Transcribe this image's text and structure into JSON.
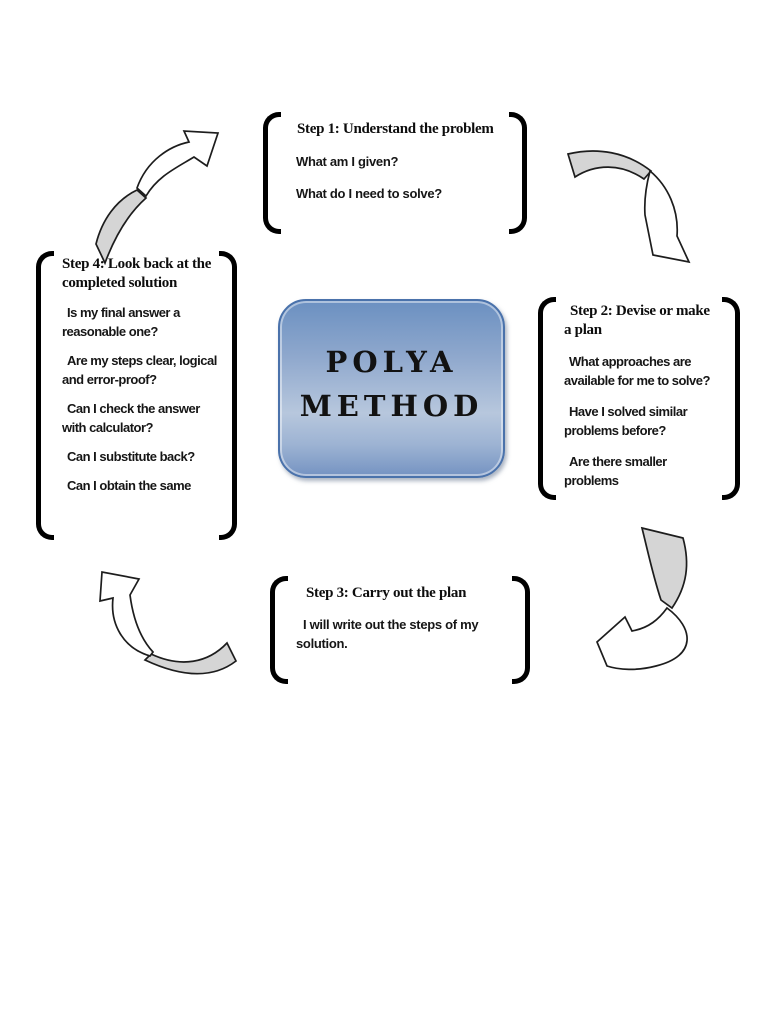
{
  "page": {
    "background": "#ffffff"
  },
  "center_box": {
    "line1": "POLYA",
    "line2": "METHOD",
    "fill_top": "#6b90c1",
    "fill_light": "#b7c7dd",
    "fill_bottom": "#7593c2",
    "border_color": "#4a72ab",
    "text_color": "#121212"
  },
  "steps": [
    {
      "id": "step1",
      "title": "Step 1: Understand the problem",
      "items": [
        "What am I given?",
        "What do I need to solve?"
      ]
    },
    {
      "id": "step2",
      "title": "Step 2: Devise or make a plan",
      "items": [
        "What approaches are available for me to solve?",
        "Have I solved similar problems before?",
        "Are there smaller problems"
      ]
    },
    {
      "id": "step3",
      "title": "Step 3: Carry out the plan",
      "items": [
        "I will write out the steps of my solution."
      ]
    },
    {
      "id": "step4",
      "title": "Step 4: Look back at the completed solution",
      "items": [
        "Is my final answer a reasonable one?",
        "Are my steps clear, logical and error-proof?",
        "Can I check the answer with calculator?",
        "Can I substitute back?",
        "Can I obtain the same"
      ]
    }
  ],
  "arrows": [
    {
      "id": "arrow-top-left",
      "meaning": "from step 4 to step 1"
    },
    {
      "id": "arrow-top-right",
      "meaning": "from step 1 to step 2"
    },
    {
      "id": "arrow-bottom-right",
      "meaning": "from step 2 to step 3"
    },
    {
      "id": "arrow-bottom-left",
      "meaning": "from step 3 to step 4"
    }
  ],
  "arrow_colors": {
    "tail_fill": "#d5d5d5",
    "head_fill": "#ffffff",
    "stroke": "#1d1d1d"
  },
  "bracket_color": "#000000"
}
